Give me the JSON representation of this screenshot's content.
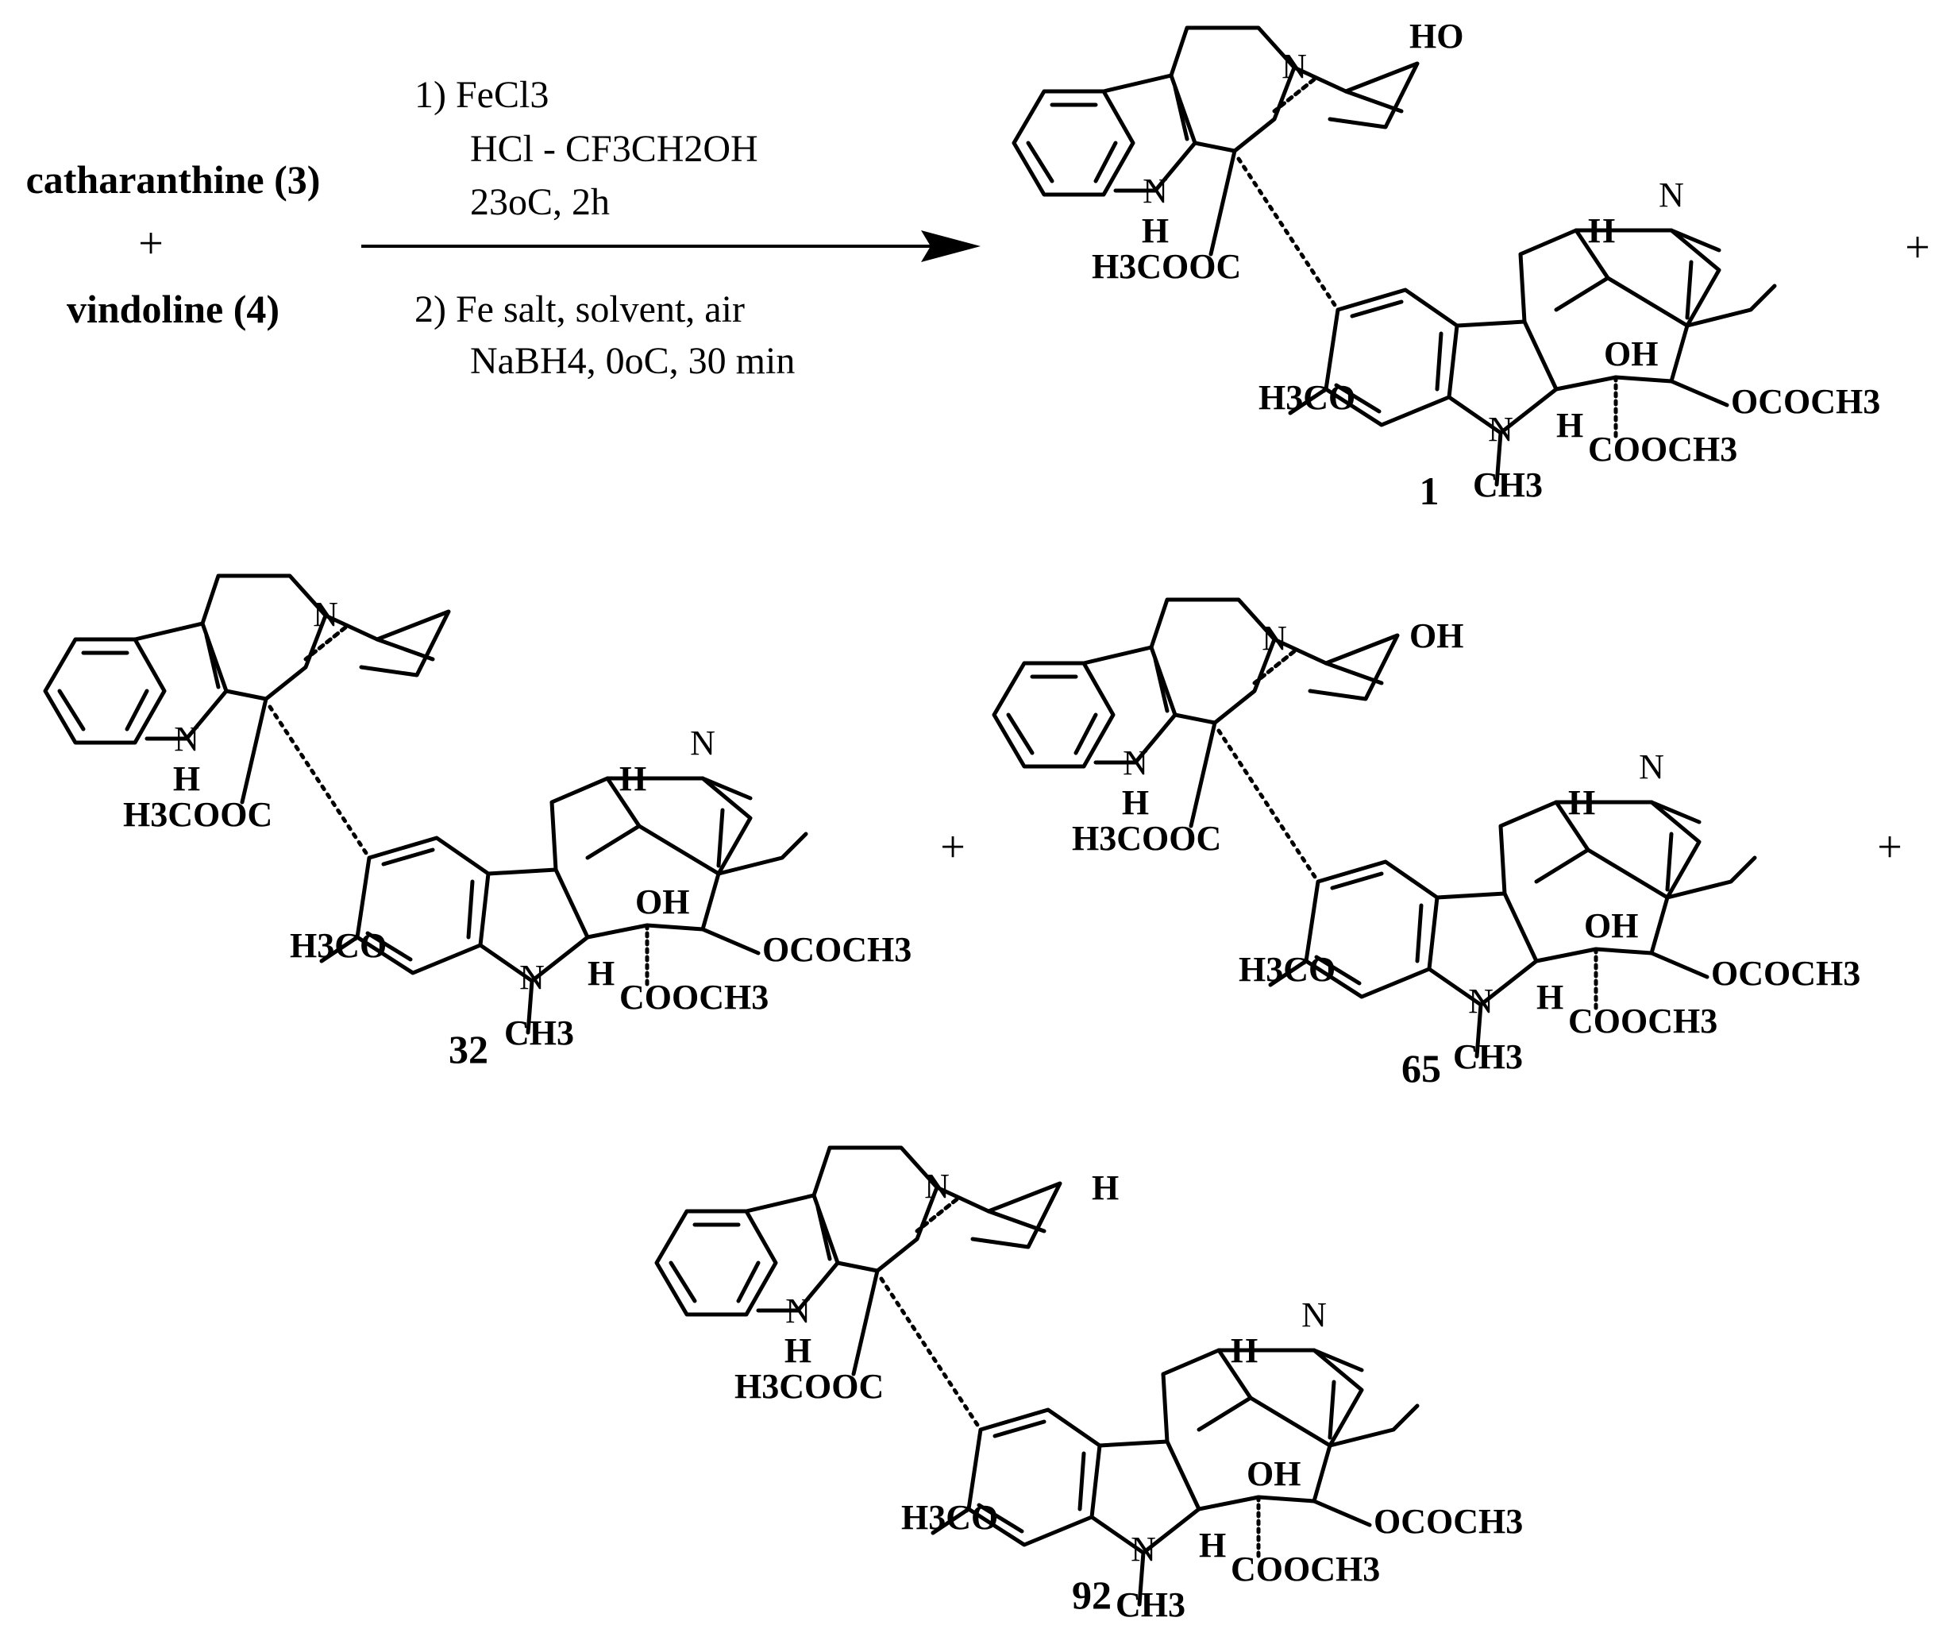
{
  "reactants": {
    "first": "catharanthine (3)",
    "plus": "+",
    "second": "vindoline (4)"
  },
  "conditions": {
    "step1_title": "1) FeCl3",
    "step1_reagents": "HCl - CF3CH2OH",
    "step1_temp_time": "23oC, 2h",
    "step2_title": "2) Fe salt, solvent, air",
    "step2_reagents": "NaBH4, 0oC, 30 min"
  },
  "products": [
    {
      "id": "1",
      "c20_group": "HO"
    },
    {
      "id": "32",
      "c20_group": ""
    },
    {
      "id": "65",
      "c20_group": "OH"
    },
    {
      "id": "92",
      "c20_group": "H"
    }
  ],
  "atom_labels": {
    "N": "N",
    "H": "H",
    "OH": "OH",
    "ester_upper": "H3COOC",
    "methoxy": "H3CO",
    "n_methyl": "CH3",
    "acetate": "OCOCH3",
    "ester_lower": "COOCH3"
  },
  "plus_signs": [
    "+",
    "+",
    "+",
    "+"
  ]
}
